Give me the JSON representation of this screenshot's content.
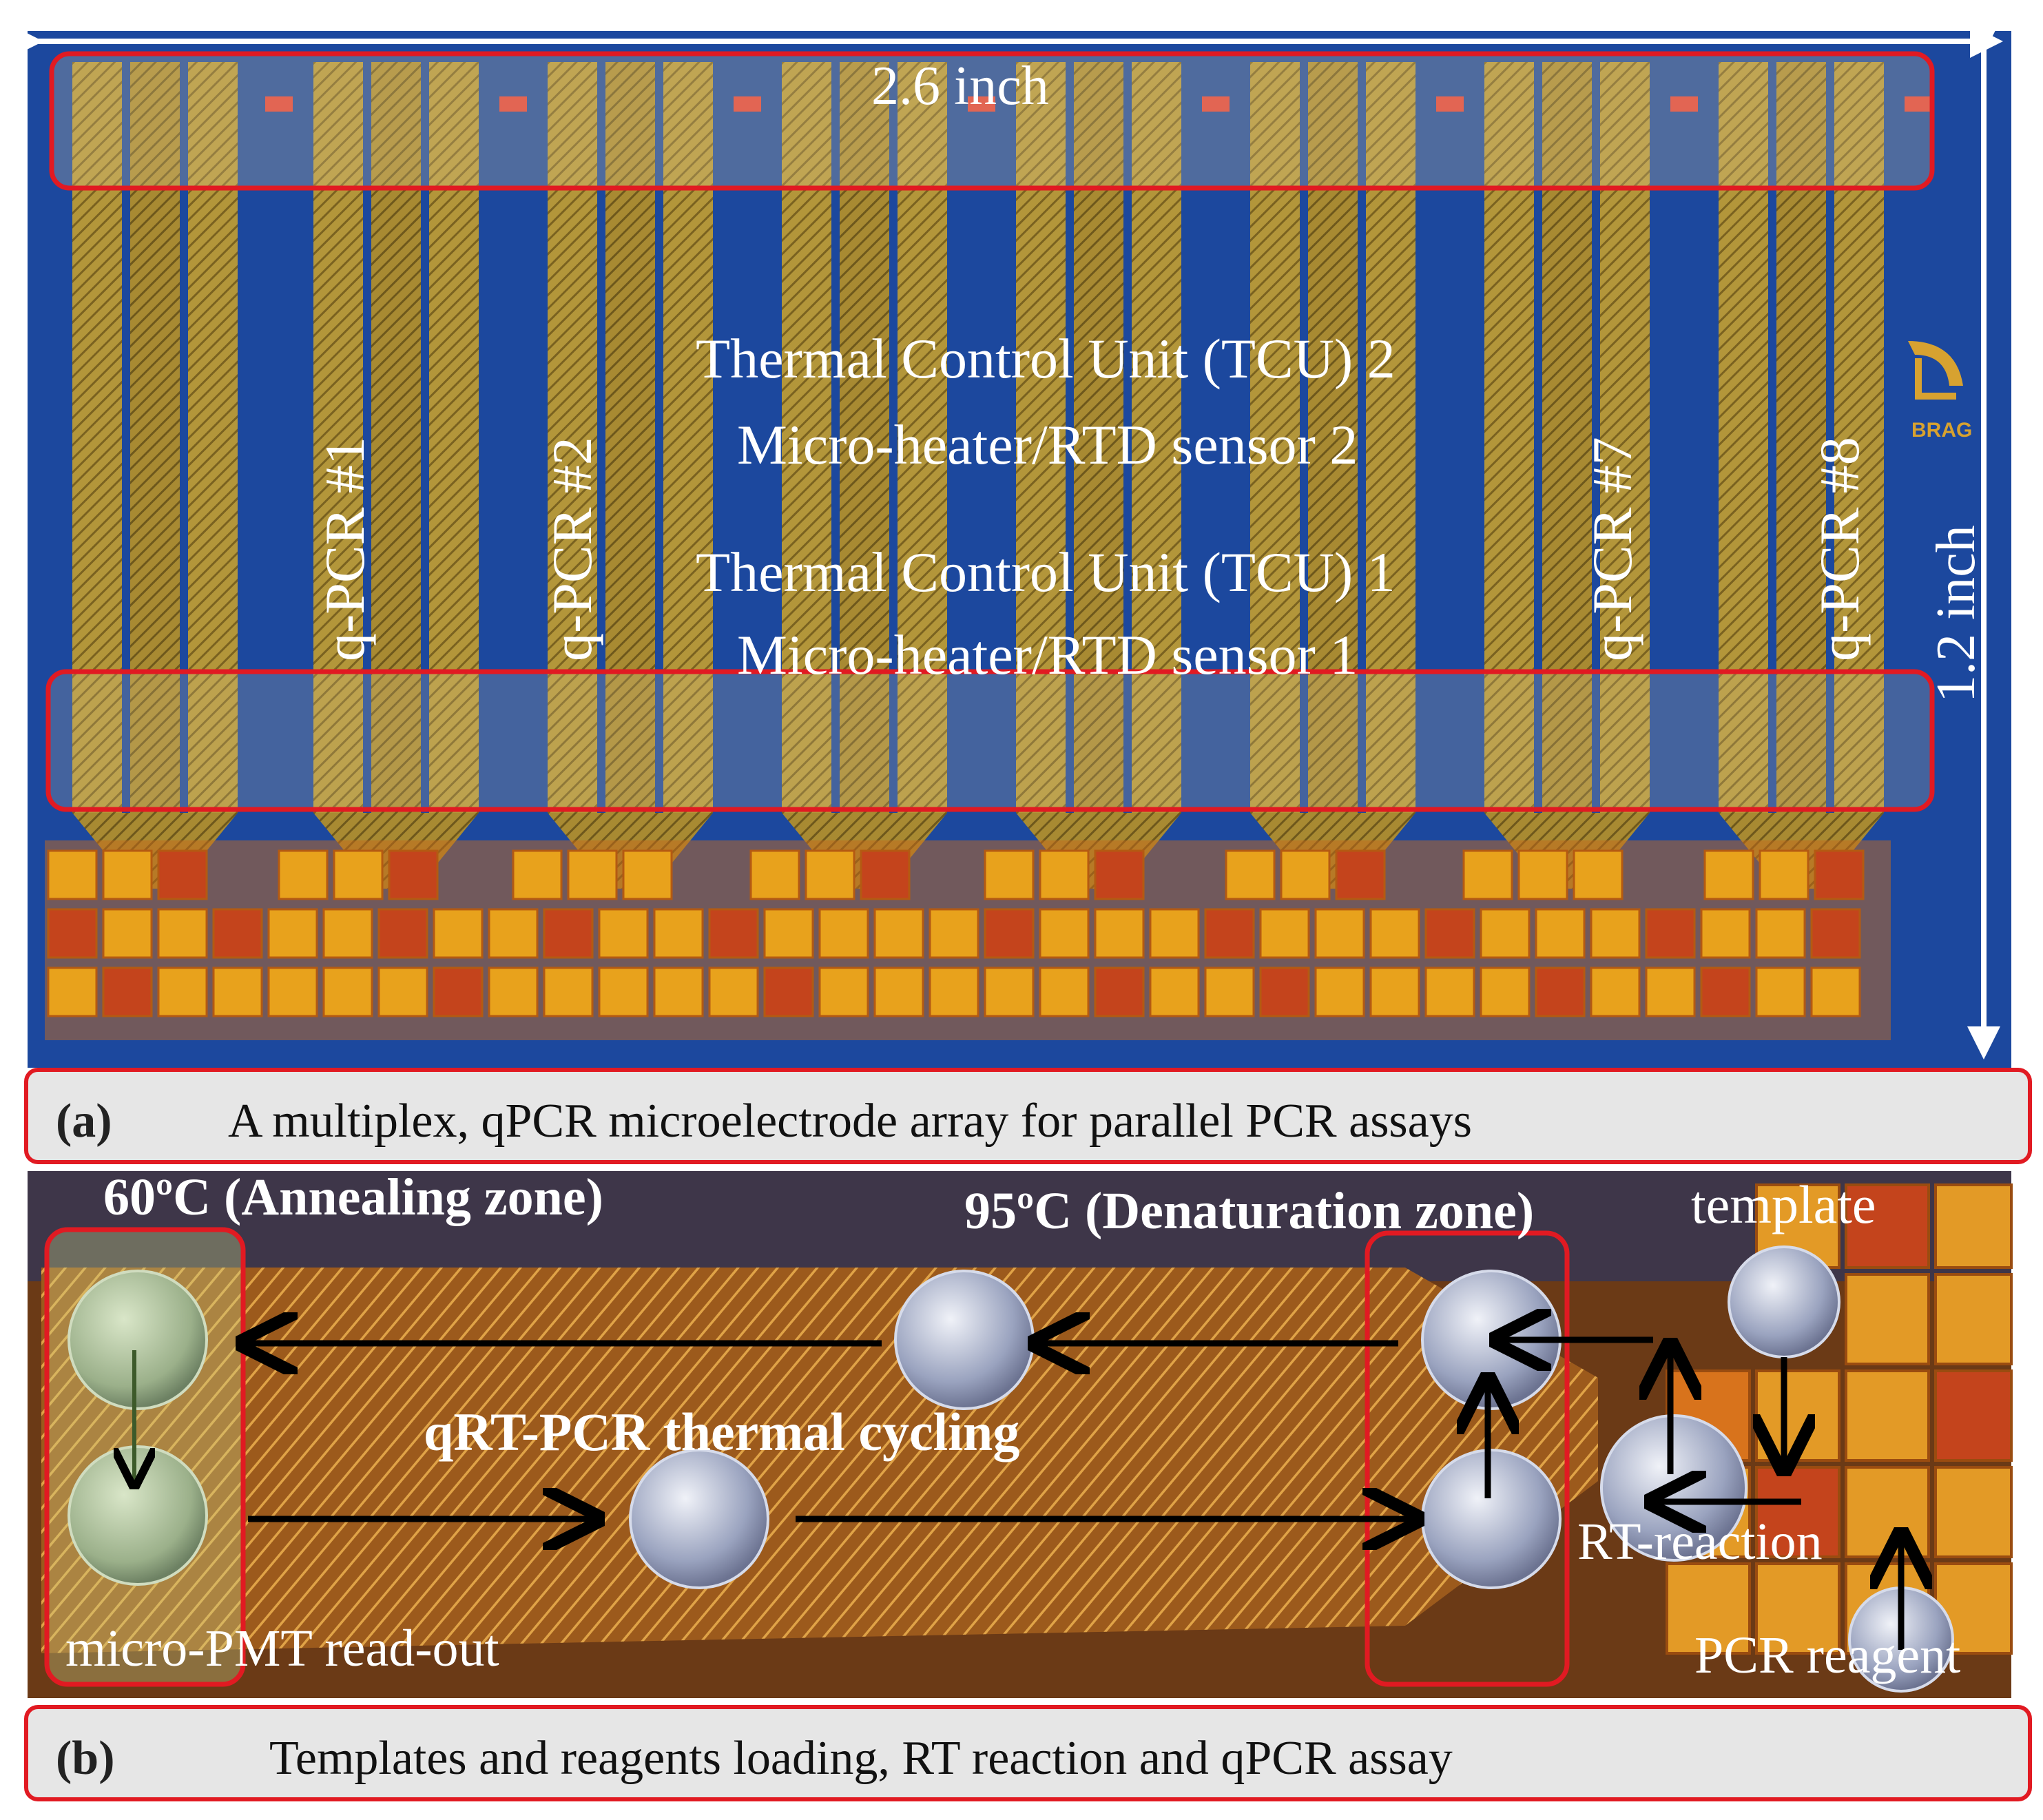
{
  "panel_a": {
    "width_label": "2.6 inch",
    "height_label": "1.2 inch",
    "tcu2_line1": "Thermal Control Unit (TCU) 2",
    "tcu2_line2": "Micro-heater/RTD sensor 2",
    "tcu1_line1": "Thermal Control Unit (TCU) 1",
    "tcu1_line2": "Micro-heater/RTD sensor 1",
    "qpcr_labels": [
      "q-PCR #1",
      "q-PCR #2",
      "q-PCR #7",
      "q-PCR #8"
    ],
    "logo_text": "BRAG",
    "caption_letter": "(a)",
    "caption_text": "A multiplex, qPCR microelectrode array for parallel PCR assays"
  },
  "panel_b": {
    "annealing_label": "60ºC (Annealing zone)",
    "denaturation_label": "95ºC (Denaturation zone)",
    "template_label": "template",
    "cycling_label": "qRT-PCR thermal cycling",
    "rt_reaction_label": "RT-reaction",
    "pcr_reagent_label": "PCR reagent",
    "readout_label": "micro-PMT read-out",
    "caption_letter": "(b)",
    "caption_text": "Templates and reagents loading, RT reaction and qPCR assay"
  },
  "colors": {
    "substrate_blue": "#1f4fa8",
    "electrode_gold": "#b99a3a",
    "pad_orange": "#e8a21c",
    "highlight_red": "#e11a22",
    "caption_gray": "#e6e6e6",
    "arrow_black": "#000000"
  },
  "icons": [
    "double-arrow-icon",
    "flow-arrow-icon",
    "droplet-icon",
    "brag-logo-icon"
  ]
}
